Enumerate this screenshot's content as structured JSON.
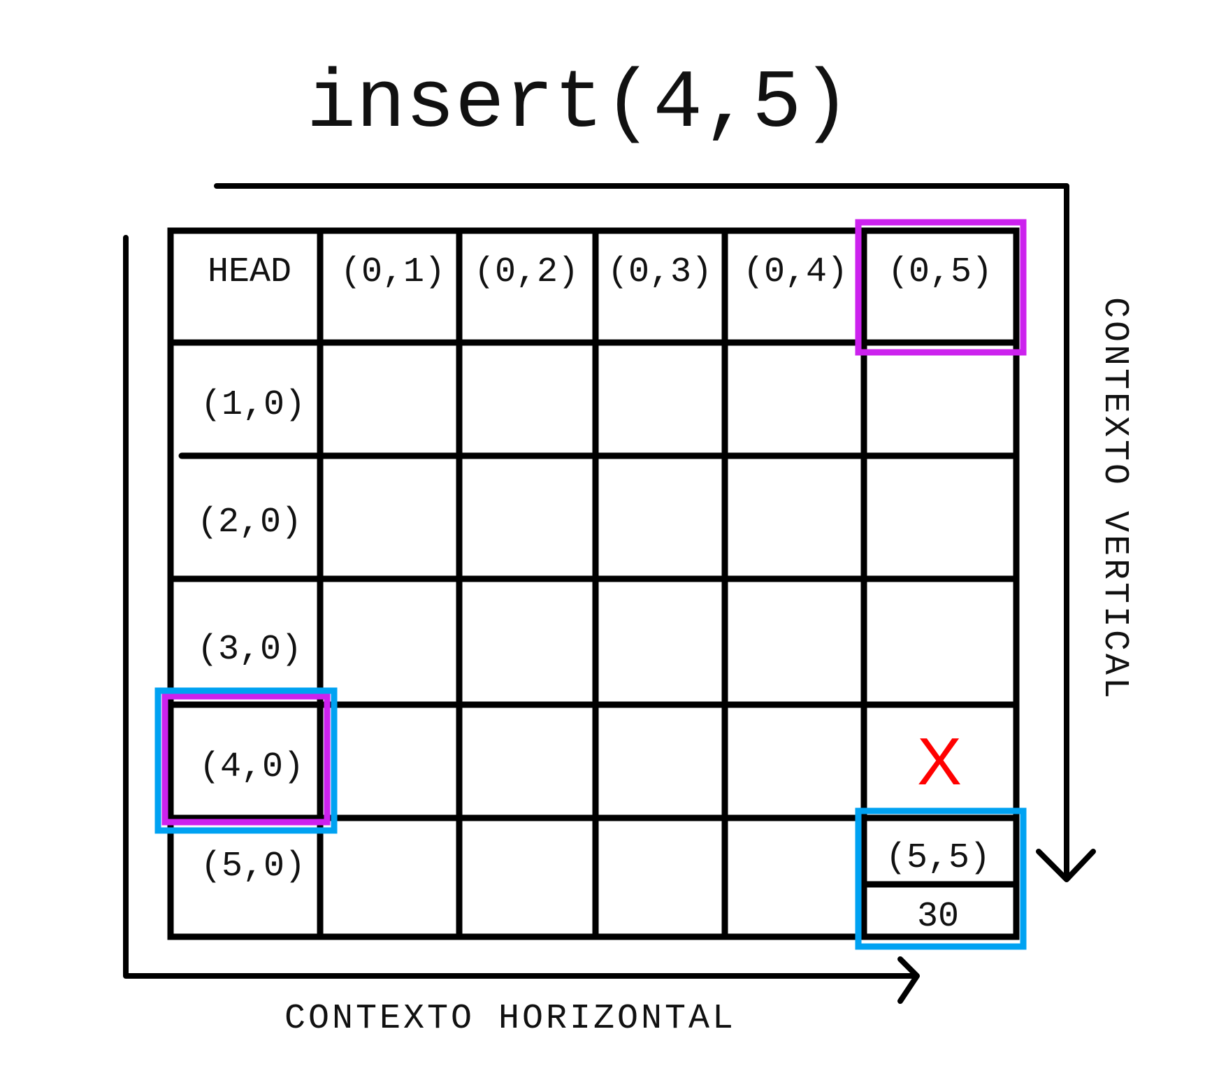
{
  "title": "insert(4,5)",
  "header_labels": [
    "HEAD",
    "(0,1)",
    "(0,2)",
    "(0,3)",
    "(0,4)",
    "(0,5)"
  ],
  "row_labels": [
    "(1,0)",
    "(2,0)",
    "(3,0)",
    "(4,0)",
    "(5,0)"
  ],
  "target_node": {
    "label": "(5,5)",
    "value": "30"
  },
  "conflict_mark": "X",
  "horizontal_context_label": "CONTEXTO HORIZONTAL",
  "vertical_context_label": "CONTEXTO VERTICAL",
  "colors": {
    "grid": "#000000",
    "purple_highlight": "#cc22ee",
    "blue_highlight": "#00a2f2",
    "mark": "#ff0000"
  }
}
